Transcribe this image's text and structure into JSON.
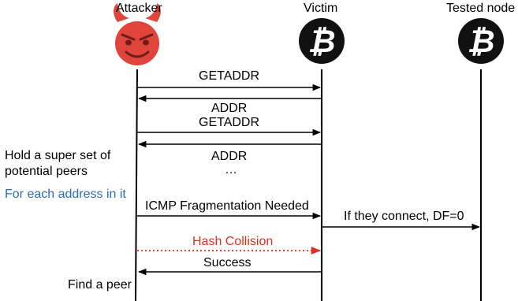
{
  "actors": {
    "attacker": {
      "name": "Attacker",
      "icon": "devil-face-icon"
    },
    "victim": {
      "name": "Victim",
      "icon": "bitcoin-logo-icon"
    },
    "tested": {
      "name": "Tested node",
      "icon": "bitcoin-logo-icon"
    }
  },
  "messages": [
    {
      "label": "GETADDR",
      "from": "attacker",
      "to": "victim",
      "style": "solid",
      "color": "#000000"
    },
    {
      "label": "ADDR",
      "from": "victim",
      "to": "attacker",
      "style": "solid",
      "color": "#000000"
    },
    {
      "label": "GETADDR",
      "from": "attacker",
      "to": "victim",
      "style": "solid",
      "color": "#000000"
    },
    {
      "label": "ADDR",
      "from": "victim",
      "to": "attacker",
      "style": "solid",
      "color": "#000000"
    },
    {
      "label": "…",
      "from": "",
      "to": "",
      "style": "none",
      "color": "#000000"
    },
    {
      "label": "ICMP Fragmentation Needed",
      "from": "attacker",
      "to": "victim",
      "style": "solid",
      "color": "#000000"
    },
    {
      "label": "If they connect, DF=0",
      "from": "victim",
      "to": "tested",
      "style": "solid",
      "color": "#000000"
    },
    {
      "label": "Hash Collision",
      "from": "attacker",
      "to": "victim",
      "style": "dotted",
      "color": "#e0301e"
    },
    {
      "label": "Success",
      "from": "victim",
      "to": "attacker",
      "style": "solid",
      "color": "#000000"
    }
  ],
  "notes": {
    "superset": "Hold a super set of\npotential peers",
    "foreach": "For each address in it",
    "findpeer": "Find a peer"
  },
  "colors": {
    "devil_red": "#e0443a",
    "devil_dark": "#6b1d1d",
    "bitcoin_black": "#111111",
    "foreach_blue": "#2f6db5",
    "collision_red": "#e0301e"
  }
}
